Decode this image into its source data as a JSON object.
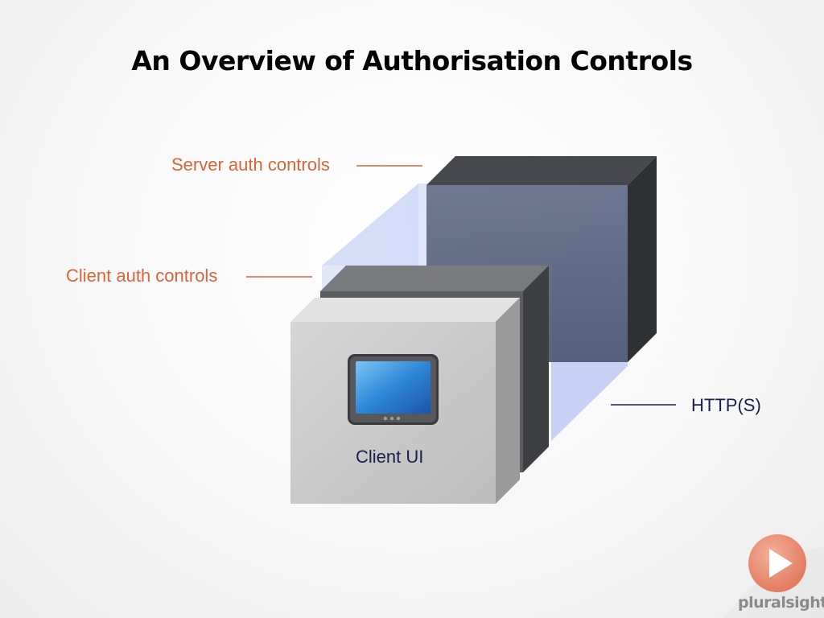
{
  "slide": {
    "title": "An Overview of Authorisation Controls"
  },
  "labels": {
    "server_auth": "Server auth controls",
    "client_auth": "Client auth controls",
    "client_ui": "Client UI",
    "http": "HTTP(S)"
  },
  "branding": {
    "logo_text": "pluralsight",
    "icon": "play-icon"
  },
  "colors": {
    "label_orange": "#d8643a",
    "label_navy": "#1a1f4d",
    "server_box": "#4c5670",
    "client_box": "#c8c8c8",
    "tunnel": "#b8c4f0",
    "screen": "#2f7fd0",
    "logo_orange": "#e8876a"
  }
}
